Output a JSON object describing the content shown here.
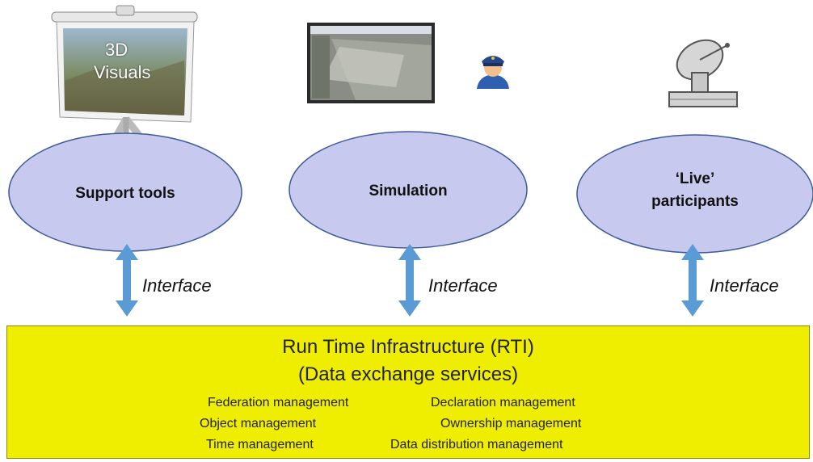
{
  "components": [
    {
      "label": "Support tools",
      "interface_label": "Interface"
    },
    {
      "label": "Simulation",
      "interface_label": "Interface"
    },
    {
      "label_line1": "‘Live’",
      "label_line2": "participants",
      "interface_label": "Interface"
    }
  ],
  "projector_screen_text_line1": "3D",
  "projector_screen_text_line2": "Visuals",
  "rti": {
    "title": "Run Time Infrastructure (RTI)",
    "subtitle": "(Data exchange services)",
    "services": [
      "Federation management",
      "Declaration management",
      "Object management",
      "Ownership management",
      "Time management",
      "Data distribution management"
    ]
  },
  "colors": {
    "ellipse_fill": "#c7c9ee",
    "ellipse_stroke": "#3d5a99",
    "arrow": "#5b9bd5",
    "rti_fill": "#f0ee00"
  }
}
